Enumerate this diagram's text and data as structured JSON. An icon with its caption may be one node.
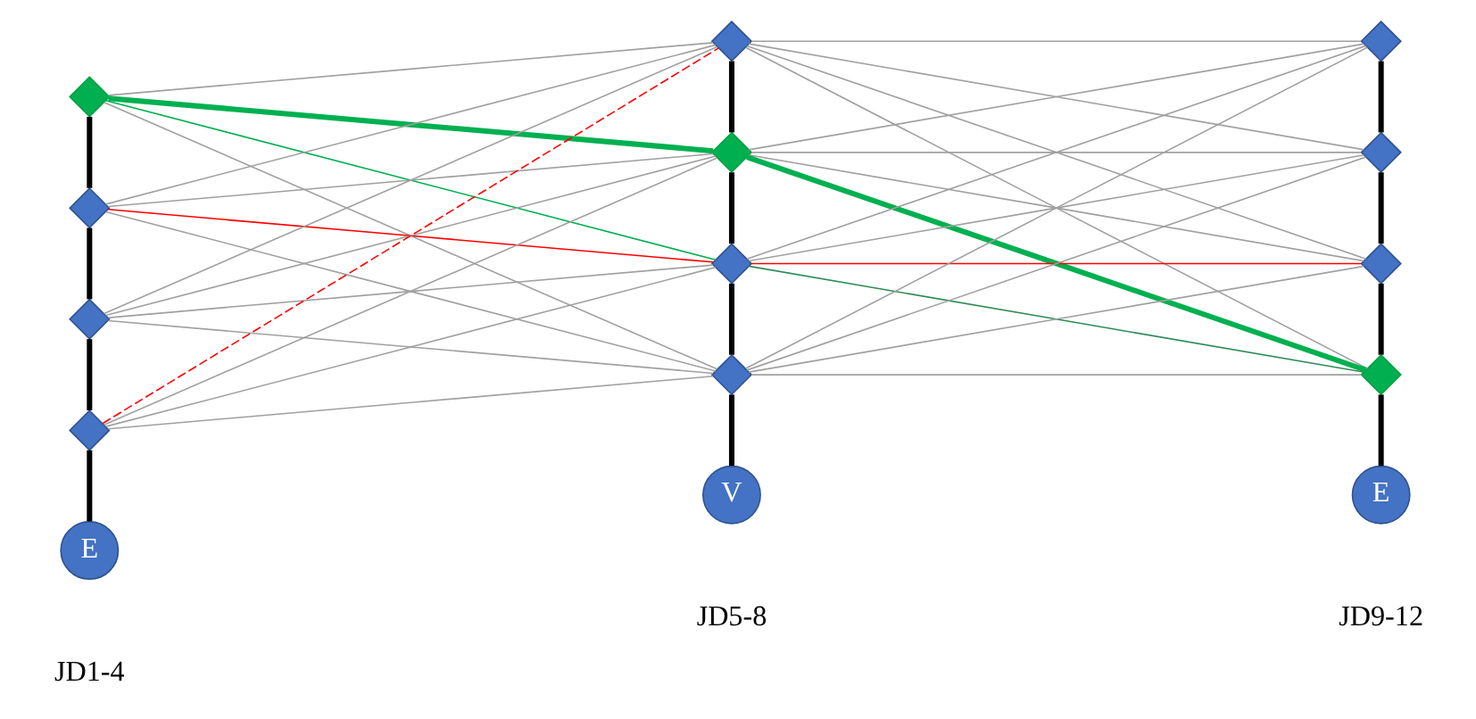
{
  "diagram": {
    "nodes": [
      {
        "text": [],
        "shape": "diamond"
      },
      {
        "text": [],
        "shape": "diamond"
      },
      {
        "text": [],
        "shape": "diamond"
      },
      {
        "text": [],
        "shape": "diamond"
      },
      {
        "text": [
          "E"
        ],
        "beside": [
          "JD1-4"
        ]
      },
      {
        "text": [],
        "shape": "diamond"
      },
      {
        "text": [],
        "shape": "diamond"
      },
      {
        "text": [],
        "shape": "diamond"
      },
      {
        "text": [],
        "shape": "diamond"
      },
      {
        "text": [
          "V"
        ],
        "beside": [
          "JD5-8"
        ]
      },
      {
        "text": [],
        "shape": "diamond"
      },
      {
        "text": [],
        "shape": "diamond"
      },
      {
        "text": [],
        "shape": "diamond"
      },
      {
        "text": [],
        "shape": "diamond"
      },
      {
        "text": [
          "E"
        ],
        "beside": [
          "JD9-12"
        ]
      }
    ],
    "edges": [
      {
        "from": 0,
        "to": 1,
        "arrow": "none",
        "style": "thick",
        "color": "#000000"
      },
      {
        "from": 1,
        "to": 2,
        "arrow": "none",
        "style": "thick",
        "color": "#000000"
      },
      {
        "from": 2,
        "to": 3,
        "arrow": "none",
        "style": "thick",
        "color": "#000000"
      },
      {
        "from": 3,
        "to": 4,
        "arrow": "none",
        "style": "thick",
        "color": "#000000"
      },
      {
        "from": 5,
        "to": 6,
        "arrow": "none",
        "style": "thick",
        "color": "#000000"
      },
      {
        "from": 6,
        "to": 7,
        "arrow": "none",
        "style": "thick",
        "color": "#000000"
      },
      {
        "from": 7,
        "to": 8,
        "arrow": "none",
        "style": "thick",
        "color": "#000000"
      },
      {
        "from": 8,
        "to": 9,
        "arrow": "none",
        "style": "thick",
        "color": "#000000"
      },
      {
        "from": 10,
        "to": 11,
        "arrow": "none",
        "style": "thick",
        "color": "#000000"
      },
      {
        "from": 11,
        "to": 12,
        "arrow": "none",
        "style": "thick",
        "color": "#000000"
      },
      {
        "from": 12,
        "to": 13,
        "arrow": "none",
        "style": "thick",
        "color": "#000000"
      },
      {
        "from": 13,
        "to": 14,
        "arrow": "none",
        "style": "thick",
        "color": "#000000"
      },
      {
        "from": 0,
        "to": 5,
        "arrow": "none"
      },
      {
        "from": 0,
        "to": 6,
        "arrow": "none",
        "style": "thick",
        "color": "#00b050"
      },
      {
        "from": 0,
        "to": 7,
        "arrow": "none",
        "color": "#00b050"
      },
      {
        "from": 0,
        "to": 8,
        "arrow": "none"
      },
      {
        "from": 1,
        "to": 5,
        "arrow": "none"
      },
      {
        "from": 1,
        "to": 6,
        "arrow": "none"
      },
      {
        "from": 1,
        "to": 7,
        "arrow": "none",
        "color": "#ff0000"
      },
      {
        "from": 1,
        "to": 8,
        "arrow": "none"
      },
      {
        "from": 2,
        "to": 5,
        "arrow": "none"
      },
      {
        "from": 2,
        "to": 6,
        "arrow": "none"
      },
      {
        "from": 2,
        "to": 7,
        "arrow": "none"
      },
      {
        "from": 2,
        "to": 8,
        "arrow": "none"
      },
      {
        "from": 3,
        "to": 5,
        "arrow": "none",
        "style": "dashed",
        "color": "#ff0000"
      },
      {
        "from": 3,
        "to": 6,
        "arrow": "none"
      },
      {
        "from": 3,
        "to": 7,
        "arrow": "none"
      },
      {
        "from": 3,
        "to": 8,
        "arrow": "none"
      },
      {
        "from": 5,
        "to": 10,
        "arrow": "none"
      },
      {
        "from": 5,
        "to": 11,
        "arrow": "none"
      },
      {
        "from": 5,
        "to": 12,
        "arrow": "none"
      },
      {
        "from": 5,
        "to": 13,
        "arrow": "none"
      },
      {
        "from": 6,
        "to": 10,
        "arrow": "none"
      },
      {
        "from": 6,
        "to": 11,
        "arrow": "none"
      },
      {
        "from": 6,
        "to": 12,
        "arrow": "none"
      },
      {
        "from": 6,
        "to": 13,
        "arrow": "none",
        "style": "thick",
        "color": "#00b050"
      },
      {
        "from": 7,
        "to": 10,
        "arrow": "none"
      },
      {
        "from": 7,
        "to": 11,
        "arrow": "none"
      },
      {
        "from": 7,
        "to": 12,
        "arrow": "none",
        "color": "#ff0000"
      },
      {
        "from": 7,
        "to": 13,
        "arrow": "none",
        "color": "#2e8b57"
      },
      {
        "from": 8,
        "to": 10,
        "arrow": "none"
      },
      {
        "from": 8,
        "to": 11,
        "arrow": "none"
      },
      {
        "from": 8,
        "to": 12,
        "arrow": "none"
      },
      {
        "from": 8,
        "to": 13,
        "arrow": "none"
      }
    ]
  }
}
